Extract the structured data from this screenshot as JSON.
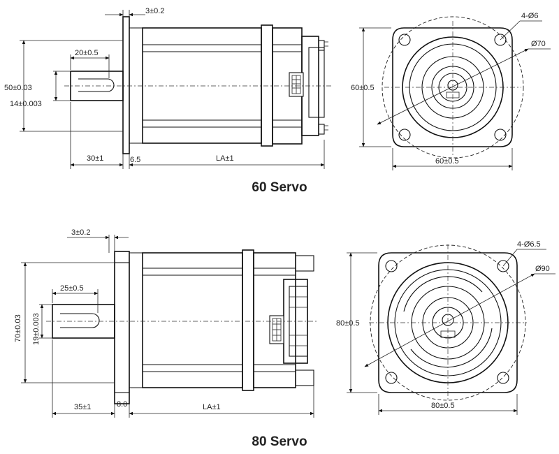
{
  "servo60": {
    "caption": "60 Servo",
    "side": {
      "flange_thickness": "3±0.2",
      "flange_height": "50±0.03",
      "shaft_dia": "14±0.003",
      "key_length": "20±0.5",
      "shaft_length": "30±1",
      "flange_offset": "6.5",
      "body_length": "LA±1"
    },
    "front": {
      "hole_spec": "4-Ø6",
      "pcd": "Ø70",
      "height": "60±0.5",
      "width": "60±0.5"
    }
  },
  "servo80": {
    "caption": "80 Servo",
    "side": {
      "flange_thickness": "3±0.2",
      "flange_height": "70±0.03",
      "shaft_dia": "19±0.003",
      "key_length": "25±0.5",
      "shaft_length": "35±1",
      "flange_offset": "8.0",
      "body_length": "LA±1"
    },
    "front": {
      "hole_spec": "4-Ø6.5",
      "pcd": "Ø90",
      "height": "80±0.5",
      "width": "80±0.5"
    }
  }
}
